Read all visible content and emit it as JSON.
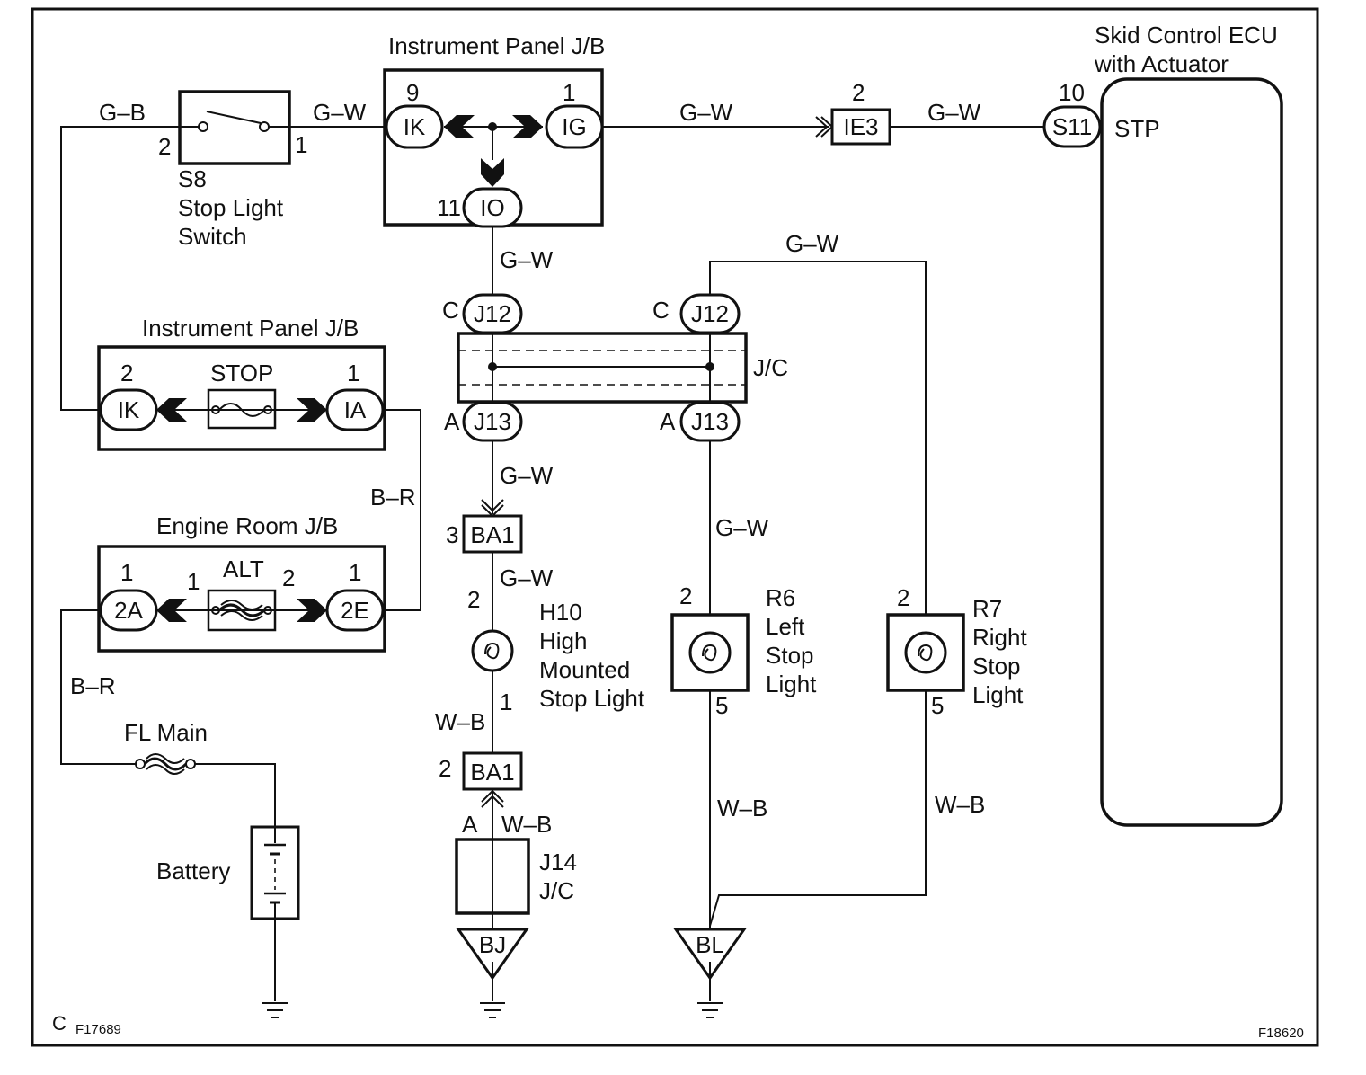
{
  "labels": {
    "ipjb_top_title": "Instrument Panel J/B",
    "ipjb_mid_title": "Instrument Panel J/B",
    "erjb_title": "Engine Room J/B",
    "ecu_title_line1": "Skid Control ECU",
    "ecu_title_line2": "with Actuator",
    "ecu_pin": "STP",
    "s8_name": "S8",
    "s8_desc1": "Stop Light",
    "s8_desc2": "Switch",
    "stop_fuse": "STOP",
    "alt_fuse": "ALT",
    "fl_main": "FL Main",
    "battery": "Battery",
    "jc_label": "J/C",
    "j14_name": "J14",
    "j14_desc": "J/C",
    "h10_name": "H10",
    "h10_desc1": "High",
    "h10_desc2": "Mounted",
    "h10_desc3": "Stop Light",
    "r6_name": "R6",
    "r6_desc1": "Left",
    "r6_desc2": "Stop",
    "r6_desc3": "Light",
    "r7_name": "R7",
    "r7_desc1": "Right",
    "r7_desc2": "Stop",
    "r7_desc3": "Light",
    "corner_c": "C",
    "code_left": "F17689",
    "code_right": "F18620"
  },
  "connectors": {
    "ik_top": "IK",
    "ig_top": "IG",
    "io_top": "IO",
    "ie3": "IE3",
    "s11": "S11",
    "j12_left": "J12",
    "j12_right": "J12",
    "j13_left": "J13",
    "j13_right": "J13",
    "ba1_top": "BA1",
    "ba1_bottom": "BA1",
    "ik_mid": "IK",
    "ia_mid": "IA",
    "c2a": "2A",
    "c2e": "2E",
    "bj": "BJ",
    "bl": "BL"
  },
  "wires": {
    "gb_s8": "G–B",
    "gw_s8_ik": "G–W",
    "gw_ig_ie3": "G–W",
    "gw_ie3_s11": "G–W",
    "gw_io_j12": "G–W",
    "gw_top_right": "G–W",
    "gw_j13_ba1": "G–W",
    "gw_ba1_h10": "G–W",
    "gw_j13_r6": "G–W",
    "br_ia_2e": "B–R",
    "br_2a_fl": "B–R",
    "wb_h10": "W–B",
    "wb_j14": "W–B",
    "wb_r6": "W–B",
    "wb_r7": "W–B"
  },
  "pins": {
    "s8_2": "2",
    "s8_1": "1",
    "ik_top": "9",
    "ig_top": "1",
    "io_top": "11",
    "ie3": "2",
    "s11": "10",
    "j12_left": "C",
    "j12_right": "C",
    "j13_left": "A",
    "j13_right": "A",
    "ba1_top": "3",
    "h10_in": "2",
    "h10_out": "1",
    "ba1_bottom": "2",
    "j14": "A",
    "r6_in": "2",
    "r6_out": "5",
    "r7_in": "2",
    "r7_out": "5",
    "ik_mid": "2",
    "ia_mid": "1",
    "c2a": "1",
    "alt_in": "1",
    "alt_out": "2",
    "c2e": "1"
  }
}
